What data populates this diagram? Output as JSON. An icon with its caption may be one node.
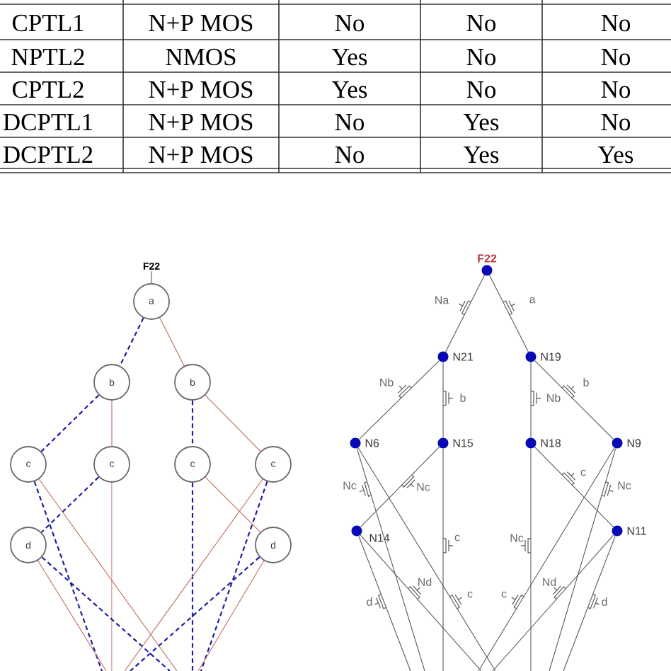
{
  "diagram": {
    "nodes": [
      {
        "text": [
          "F22"
        ]
      },
      {
        "text": [
          "a"
        ]
      },
      {
        "text": [
          "b"
        ]
      },
      {
        "text": [
          "b"
        ]
      },
      {
        "text": [
          "c"
        ]
      },
      {
        "text": [
          "c"
        ]
      },
      {
        "text": [
          "c"
        ]
      },
      {
        "text": [
          "c"
        ]
      },
      {
        "text": [
          "d"
        ]
      },
      {
        "text": [
          "d"
        ]
      },
      {
        "text": [],
        "shape": "circle",
        "beside": [
          "F22"
        ]
      },
      {
        "text": [],
        "shape": "circle",
        "beside": [
          "N21"
        ]
      },
      {
        "text": [],
        "shape": "circle",
        "beside": [
          "N19"
        ]
      },
      {
        "text": [],
        "shape": "circle",
        "beside": [
          "N6"
        ]
      },
      {
        "text": [],
        "shape": "circle",
        "beside": [
          "N15"
        ]
      },
      {
        "text": [],
        "shape": "circle",
        "beside": [
          "N18"
        ]
      },
      {
        "text": [],
        "shape": "circle",
        "beside": [
          "N9"
        ]
      },
      {
        "text": [],
        "shape": "circle",
        "beside": [
          "N14"
        ]
      },
      {
        "text": [],
        "shape": "circle",
        "beside": [
          "N11"
        ]
      }
    ],
    "edges": [
      {
        "from": 0,
        "to": 1,
        "arrow": "none"
      },
      {
        "from": 1,
        "to": 2,
        "arrow": "none",
        "style": "dashed",
        "color": "#1f1f9e"
      },
      {
        "from": 1,
        "to": 3,
        "arrow": "none",
        "color": "#c46a5e"
      },
      {
        "from": 2,
        "to": 4,
        "arrow": "none",
        "style": "dashed",
        "color": "#1f1f9e"
      },
      {
        "from": 2,
        "to": 5,
        "arrow": "none",
        "color": "#c46a5e"
      },
      {
        "from": 3,
        "to": 6,
        "arrow": "none",
        "style": "dashed",
        "color": "#1f1f9e"
      },
      {
        "from": 3,
        "to": 7,
        "arrow": "none",
        "color": "#c46a5e"
      },
      {
        "from": 5,
        "to": 8,
        "arrow": "none",
        "style": "dashed",
        "color": "#1f1f9e"
      },
      {
        "from": 6,
        "to": 9,
        "arrow": "none",
        "color": "#c46a5e"
      },
      {
        "from": 4,
        "to": null,
        "arrow": "none",
        "style": "dashed",
        "color": "#1f1f9e"
      },
      {
        "from": 4,
        "to": null,
        "arrow": "none",
        "color": "#c46a5e"
      },
      {
        "from": 5,
        "to": null,
        "arrow": "none",
        "color": "#c46a5e"
      },
      {
        "from": 6,
        "to": null,
        "arrow": "none",
        "style": "dashed",
        "color": "#1f1f9e"
      },
      {
        "from": 7,
        "to": null,
        "arrow": "none",
        "color": "#c46a5e"
      },
      {
        "from": 7,
        "to": null,
        "arrow": "none",
        "style": "dashed",
        "color": "#1f1f9e"
      },
      {
        "from": 8,
        "to": null,
        "arrow": "none",
        "color": "#c46a5e"
      },
      {
        "from": 8,
        "to": null,
        "arrow": "none",
        "style": "dashed",
        "color": "#1f1f9e"
      },
      {
        "from": 9,
        "to": null,
        "arrow": "none",
        "style": "dashed",
        "color": "#1f1f9e"
      },
      {
        "from": 9,
        "to": null,
        "arrow": "none",
        "color": "#c46a5e"
      },
      {
        "from": 10,
        "to": 11,
        "arrow": "none",
        "label": "Na"
      },
      {
        "from": 10,
        "to": 12,
        "arrow": "none",
        "label": "a"
      },
      {
        "from": 11,
        "to": 13,
        "arrow": "none",
        "label": "Nb"
      },
      {
        "from": 11,
        "to": 14,
        "arrow": "none",
        "label": "b"
      },
      {
        "from": 12,
        "to": 15,
        "arrow": "none",
        "label": "Nb"
      },
      {
        "from": 12,
        "to": 16,
        "arrow": "none",
        "label": "b"
      },
      {
        "from": 14,
        "to": 17,
        "arrow": "none",
        "label": "Nc"
      },
      {
        "from": 15,
        "to": 18,
        "arrow": "none",
        "label": "c"
      },
      {
        "from": 13,
        "to": null,
        "arrow": "none",
        "label": "Nc"
      },
      {
        "from": 13,
        "to": null,
        "arrow": "none",
        "label": "c"
      },
      {
        "from": 14,
        "to": null,
        "arrow": "none",
        "label": "c"
      },
      {
        "from": 15,
        "to": null,
        "arrow": "none",
        "label": "Nc"
      },
      {
        "from": 16,
        "to": null,
        "arrow": "none",
        "label": "c"
      },
      {
        "from": 16,
        "to": null,
        "arrow": "none",
        "label": "Nc"
      },
      {
        "from": 17,
        "to": null,
        "arrow": "none",
        "label": "d"
      },
      {
        "from": 17,
        "to": null,
        "arrow": "none",
        "label": "Nd"
      },
      {
        "from": 18,
        "to": null,
        "arrow": "none",
        "label": "Nd"
      },
      {
        "from": 18,
        "to": null,
        "arrow": "none",
        "label": "d"
      }
    ],
    "labels": [
      "CPTL1",
      "N+P MOS",
      "No",
      "No",
      "No",
      "NPTL2",
      "NMOS",
      "Yes",
      "No",
      "No",
      "CPTL2",
      "N+P MOS",
      "Yes",
      "No",
      "No",
      "DCPTL1",
      "N+P MOS",
      "No",
      "Yes",
      "No",
      "DCPTL2",
      "N+P MOS",
      "No",
      "Yes",
      "Yes"
    ]
  }
}
